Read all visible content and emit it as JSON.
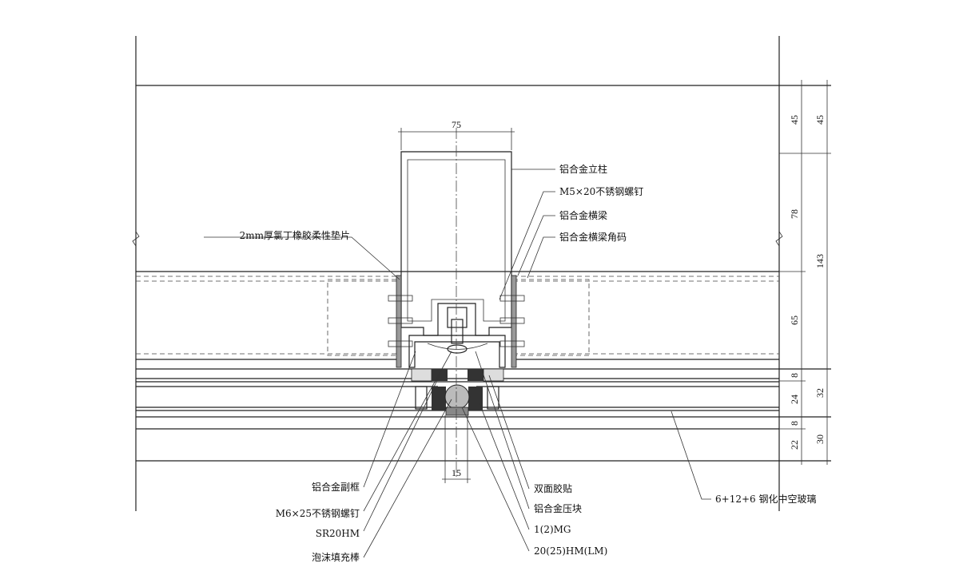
{
  "labels": {
    "mullion": "铝合金立柱",
    "m5_screw": "M5×20不锈钢螺钉",
    "transom": "铝合金横梁",
    "transom_bracket": "铝合金横梁角码",
    "gasket": "2mm厚氯丁橡胶柔性垫片",
    "sub_frame": "铝合金副框",
    "m6_screw": "M6×25不锈钢螺钉",
    "sr20hm": "SR20HM",
    "foam_rod": "泡沫填充棒",
    "double_tape": "双面胶贴",
    "pressure_block": "铝合金压块",
    "mg": "1(2)MG",
    "hm_lm": "20(25)HM(LM)",
    "glass": "6+12+6 钢化中空玻璃"
  },
  "dimensions": {
    "mullion_width": "75",
    "joint_width": "15",
    "col1": [
      "45",
      "78",
      "65",
      "8",
      "24",
      "8",
      "22"
    ],
    "col2": [
      "45",
      "143",
      "32",
      "30"
    ]
  }
}
